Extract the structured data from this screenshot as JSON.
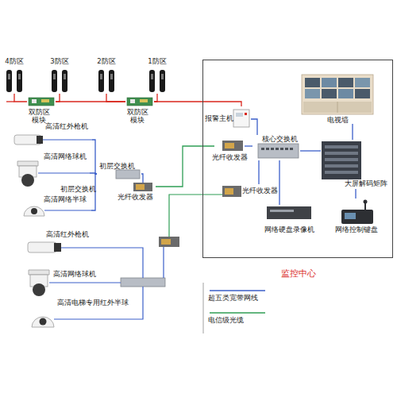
{
  "diagram": {
    "nodes": [
      {
        "text": [
          "4防区"
        ]
      },
      {
        "text": [
          "3防区"
        ]
      },
      {
        "text": [
          "2防区"
        ]
      },
      {
        "text": [
          "1防区"
        ]
      },
      {
        "text": [
          "双防区 模块"
        ]
      },
      {
        "text": [
          "双防区 模块"
        ]
      },
      {
        "text": [
          "监控中心"
        ]
      },
      {
        "text": [
          "报警主机"
        ],
        "in": 6
      },
      {
        "text": [
          "电视墙"
        ],
        "in": 6
      },
      {
        "text": [
          "光纤收发器"
        ],
        "in": 6
      },
      {
        "text": [
          "核心交换机"
        ],
        "in": 6
      },
      {
        "text": [
          "大屏解码矩阵"
        ],
        "in": 6
      },
      {
        "text": [
          "光纤收发器"
        ],
        "in": 6
      },
      {
        "text": [
          "网络硬盘录像机"
        ],
        "in": 6
      },
      {
        "text": [
          "网络控制键盘"
        ],
        "in": 6
      },
      {
        "text": [
          "高清红外枪机"
        ]
      },
      {
        "text": [
          "高清网络球机"
        ]
      },
      {
        "text": [
          "高清网络半球"
        ]
      },
      {
        "text": [
          "初层交换机"
        ]
      },
      {
        "text": [
          "光纤收发器"
        ]
      },
      {
        "text": [
          "高清红外枪机"
        ]
      },
      {
        "text": [
          "高清网络球机"
        ]
      },
      {
        "text": [
          "高清电梯专用红外半球"
        ]
      }
    ],
    "edges": [
      {
        "from": 0,
        "to": 4,
        "arrow": "none"
      },
      {
        "from": 1,
        "to": 4,
        "arrow": "none"
      },
      {
        "from": 2,
        "to": 5,
        "arrow": "none"
      },
      {
        "from": 3,
        "to": 5,
        "arrow": "none"
      },
      {
        "from": 4,
        "to": 5,
        "arrow": "none"
      },
      {
        "from": 5,
        "to": 7,
        "arrow": "none"
      },
      {
        "from": 7,
        "to": 10,
        "arrow": "none"
      },
      {
        "from": 10,
        "to": 9,
        "arrow": "none"
      },
      {
        "from": 10,
        "to": 12,
        "arrow": "none"
      },
      {
        "from": 10,
        "to": 13,
        "arrow": "none"
      },
      {
        "from": 10,
        "to": 11,
        "arrow": "none"
      },
      {
        "from": 11,
        "to": 8,
        "arrow": "none"
      },
      {
        "from": 11,
        "to": 14,
        "arrow": "none"
      },
      {
        "from": 19,
        "to": 9,
        "arrow": "none"
      },
      {
        "from": 18,
        "to": 19,
        "arrow": "none"
      },
      {
        "from": 15,
        "to": 18,
        "arrow": "none"
      },
      {
        "from": 16,
        "to": 18,
        "arrow": "none"
      },
      {
        "from": 17,
        "to": 18,
        "arrow": "none"
      }
    ],
    "labels": [
      "初层交换机"
    ],
    "legend": [
      {
        "text": "超五类宽带网线"
      },
      {
        "text": "电信级光缆"
      }
    ]
  }
}
